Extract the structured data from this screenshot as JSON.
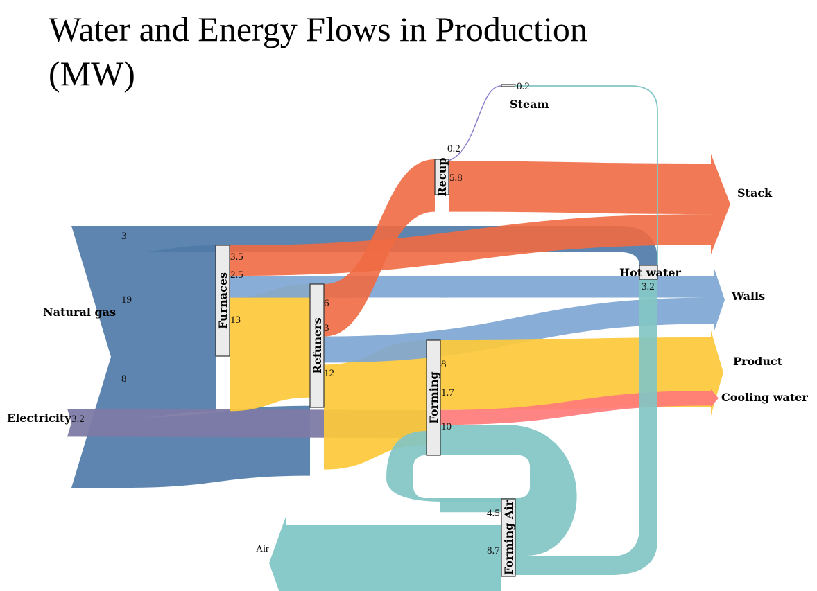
{
  "title": "Water and Energy Flows in Production (MW)",
  "colors": {
    "natural_gas": "#4f7ba8",
    "electricity": "#7d7aa6",
    "stack": "#ef6a43",
    "walls": "#7ea6d3",
    "product": "#fdc93a",
    "cooling_water": "#ff7b7b",
    "air_water": "#82c6c6",
    "steam": "#8a80cc"
  },
  "chart_data": {
    "type": "sankey",
    "title": "Water and Energy Flows in Production (MW)",
    "units": "MW",
    "nodes": [
      {
        "id": "natural_gas",
        "label": "Natural gas"
      },
      {
        "id": "electricity",
        "label": "Electricity"
      },
      {
        "id": "furnaces",
        "label": "Furnaces"
      },
      {
        "id": "refuners",
        "label": "Refuners"
      },
      {
        "id": "recup",
        "label": "Recup"
      },
      {
        "id": "steam",
        "label": "Steam"
      },
      {
        "id": "forming",
        "label": "Forming"
      },
      {
        "id": "forming_air",
        "label": "Forming Air"
      },
      {
        "id": "hot_water",
        "label": "Hot water"
      },
      {
        "id": "stack",
        "label": "Stack"
      },
      {
        "id": "walls",
        "label": "Walls"
      },
      {
        "id": "product",
        "label": "Product"
      },
      {
        "id": "cooling_water",
        "label": "Cooling water"
      },
      {
        "id": "air",
        "label": "Air"
      }
    ],
    "links": [
      {
        "source": "natural_gas",
        "target": "hot_water",
        "value": 3,
        "label": "3"
      },
      {
        "source": "natural_gas",
        "target": "furnaces",
        "value": 19,
        "label": "19"
      },
      {
        "source": "natural_gas",
        "target": "refuners",
        "value": 8,
        "label": "8"
      },
      {
        "source": "electricity",
        "target": "forming",
        "value": 3.2,
        "label": "3.2"
      },
      {
        "source": "furnaces",
        "target": "stack",
        "value": 3.5,
        "label": "3.5"
      },
      {
        "source": "furnaces",
        "target": "walls",
        "value": 2.5,
        "label": "2.5"
      },
      {
        "source": "furnaces",
        "target": "refuners",
        "value": 13,
        "label": "13"
      },
      {
        "source": "refuners",
        "target": "recup",
        "value": 6,
        "label": "6"
      },
      {
        "source": "refuners",
        "target": "walls",
        "value": 3,
        "label": "3"
      },
      {
        "source": "refuners",
        "target": "forming",
        "value": 12,
        "label": "12"
      },
      {
        "source": "recup",
        "target": "steam",
        "value": 0.2,
        "label": "0.2"
      },
      {
        "source": "recup",
        "target": "stack",
        "value": 5.8,
        "label": "5.8"
      },
      {
        "source": "steam",
        "target": "hot_water",
        "value": 0.2,
        "label": "0.2"
      },
      {
        "source": "forming",
        "target": "product",
        "value": 8,
        "label": "8"
      },
      {
        "source": "forming",
        "target": "cooling_water",
        "value": 1.7,
        "label": "1.7"
      },
      {
        "source": "forming",
        "target": "forming_air",
        "value": 10,
        "label": "10"
      },
      {
        "source": "forming_air",
        "target": "forming",
        "value": 4.5,
        "label": "4.5"
      },
      {
        "source": "forming_air",
        "target": "air",
        "value": 8.7,
        "label": "8.7"
      },
      {
        "source": "hot_water",
        "target": "forming_air",
        "value": 3.2,
        "label": "3.2"
      }
    ]
  }
}
